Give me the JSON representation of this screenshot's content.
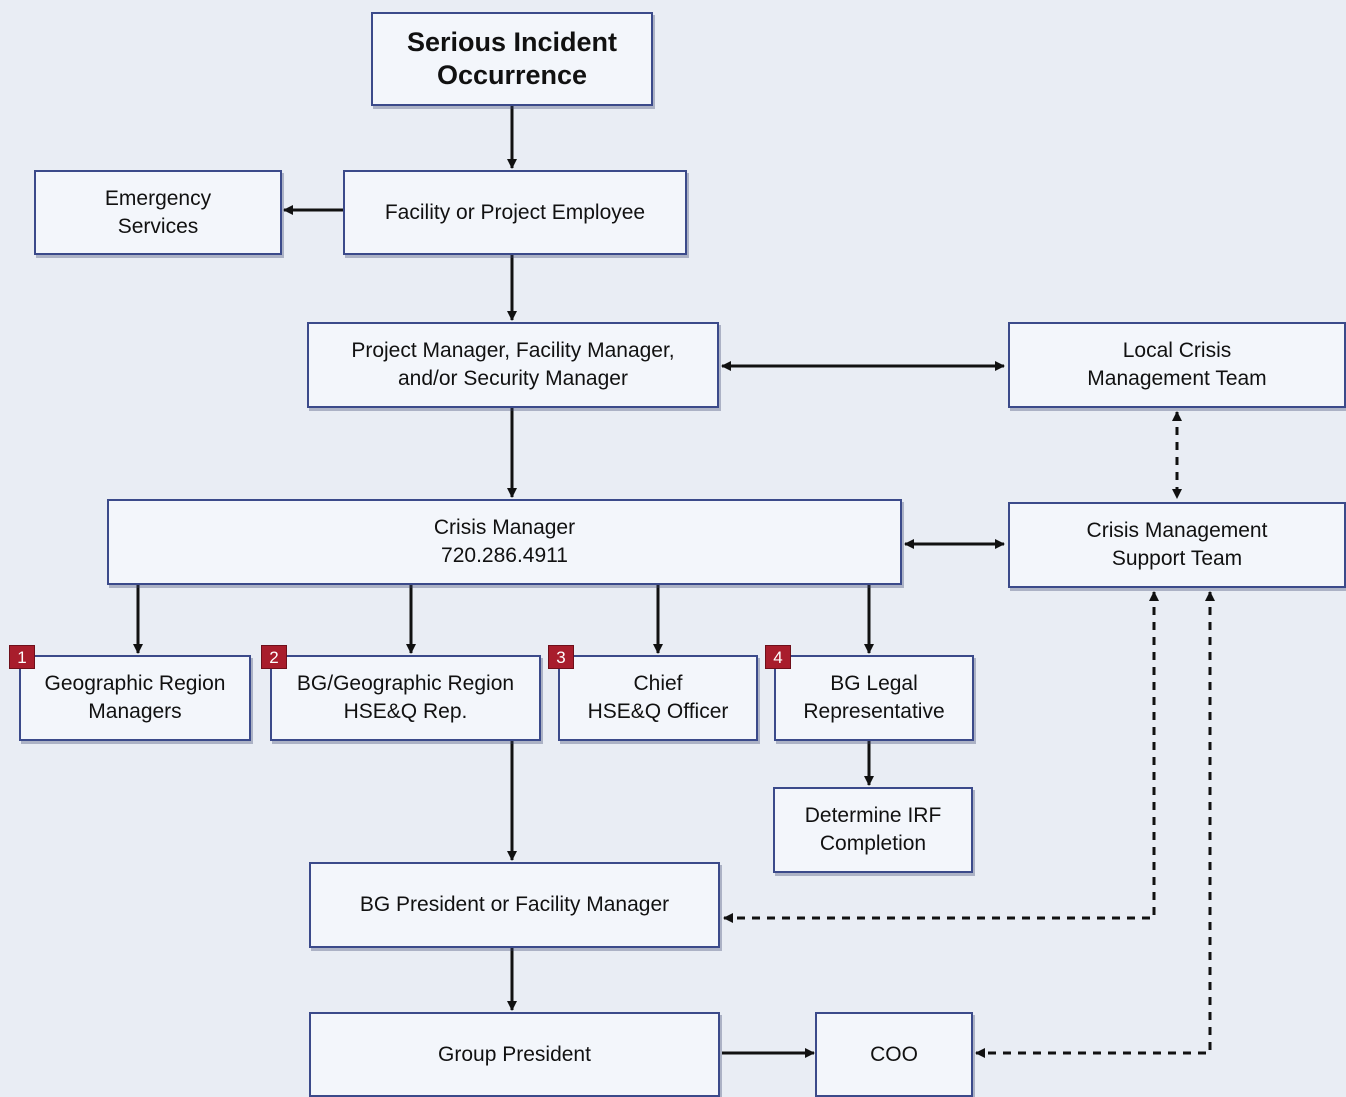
{
  "nodes": {
    "incident": "Serious Incident\nOccurrence",
    "employee": "Facility or Project Employee",
    "emergency": "Emergency\nServices",
    "pm": "Project Manager, Facility Manager,\nand/or Security Manager",
    "lcmt": "Local Crisis\nManagement Team",
    "crisis": "Crisis Manager\n720.286.4911",
    "cmst": "Crisis Management\nSupport Team",
    "geo": "Geographic Region\nManagers",
    "bgrep": "BG/Geographic Region\nHSE&Q Rep.",
    "chief": "Chief\nHSE&Q Officer",
    "legal": "BG Legal\nRepresentative",
    "irf": "Determine IRF\nCompletion",
    "bgpres": "BG President or Facility Manager",
    "group": "Group President",
    "coo": "COO"
  },
  "badges": {
    "geo": "1",
    "bgrep": "2",
    "chief": "3",
    "legal": "4"
  },
  "colors": {
    "border": "#3b4a8a",
    "line": "#111111",
    "badge": "#a81d2c",
    "box_fill": "#f3f6fb",
    "background": "#e9edf4"
  }
}
